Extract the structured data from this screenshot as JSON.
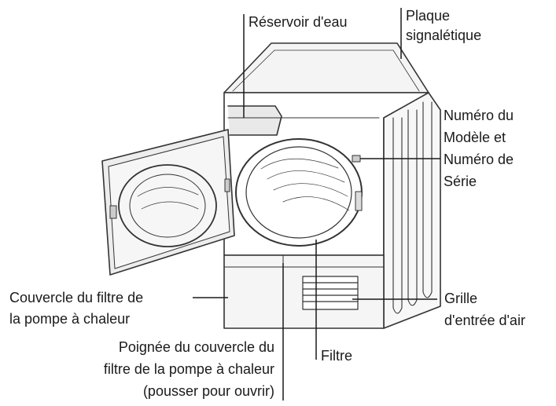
{
  "labels": {
    "water_tank": "Réservoir d'eau",
    "rating_plate": [
      "Plaque",
      "signalétique"
    ],
    "model_serial": [
      "Numéro du",
      "Modèle et",
      "Numéro de",
      "Série"
    ],
    "filter_cover": [
      "Couvercle du filtre de",
      "la pompe à chaleur"
    ],
    "air_grille": [
      "Grille",
      "d'entrée d'air"
    ],
    "cover_handle": [
      "Poignée du couvercle du",
      "filtre de la pompe à chaleur",
      "(pousser pour ouvrir)"
    ],
    "filter": "Filtre"
  }
}
